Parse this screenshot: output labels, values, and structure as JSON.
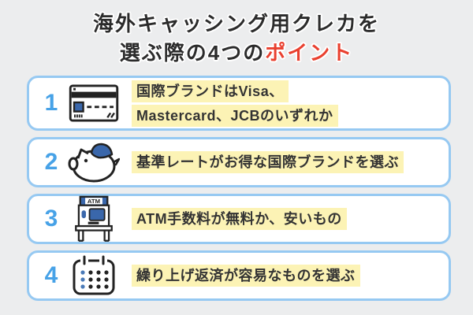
{
  "title": {
    "line1": "海外キャッシング用クレカを",
    "line2_prefix": "選ぶ際の4つの",
    "line2_accent": "ポイント"
  },
  "points": [
    {
      "number": "1",
      "icon": "credit-card-icon",
      "lines": [
        "国際ブランドはVisa、",
        "Mastercard、JCBのいずれか"
      ]
    },
    {
      "number": "2",
      "icon": "piggy-bank-icon",
      "lines": [
        "基準レートがお得な国際ブランドを選ぶ"
      ]
    },
    {
      "number": "3",
      "icon": "atm-icon",
      "lines": [
        "ATM手数料が無料か、安いもの"
      ]
    },
    {
      "number": "4",
      "icon": "calendar-icon",
      "lines": [
        "繰り上げ返済が容易なものを選ぶ"
      ]
    }
  ],
  "atm_sign_label": "ATM",
  "colors": {
    "background": "#ecedee",
    "card_border": "#96c9f2",
    "number_blue": "#47a2e7",
    "accent_red": "#e9402f",
    "highlight_yellow": "#fcf3b5",
    "icon_blue": "#3a67ab",
    "icon_outline": "#222222",
    "text_dark": "#333333"
  }
}
